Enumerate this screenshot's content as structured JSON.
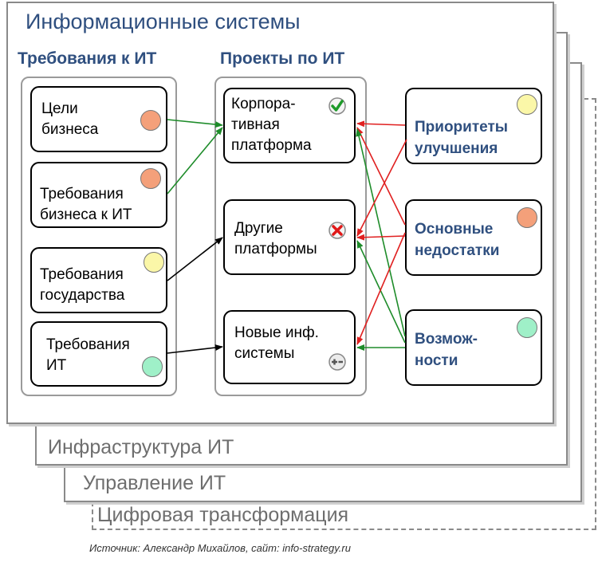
{
  "layers": {
    "layer4_title": "Цифровая трансформация",
    "layer3_title": "Управление ИТ",
    "layer2_title": "Инфраструктура ИТ",
    "layer1_title": "Информационные системы"
  },
  "columns": {
    "requirements_title": "Требования к ИТ",
    "projects_title": "Проекты по ИТ"
  },
  "requirements": [
    {
      "label": "Цели\nбизнеса",
      "marker_color": "#f4a07a"
    },
    {
      "label": "Требования\nбизнеса к ИТ",
      "marker_color": "#f4a07a"
    },
    {
      "label": "Требования\nгосударства",
      "marker_color": "#fbf7a8"
    },
    {
      "label": "Требования\nИТ",
      "marker_color": "#9ff0c8"
    }
  ],
  "projects": [
    {
      "label": "Корпора-\nтивная\nплатформа",
      "status_icon": "check-icon"
    },
    {
      "label": "Другие\nплатформы",
      "status_icon": "cross-icon"
    },
    {
      "label": "Новые инф.\nсистемы",
      "status_icon": "plus-minus-icon"
    }
  ],
  "factors": [
    {
      "label": "Приоритеты\nулучшения",
      "marker_color": "#fbf7a8"
    },
    {
      "label": "Основные\nнедостатки",
      "marker_color": "#f4a07a"
    },
    {
      "label": "Возмож-\nности",
      "marker_color": "#9ff0c8"
    }
  ],
  "colors": {
    "title_blue": "#2f4f7f",
    "arrow_green": "#1e8c2a",
    "arrow_red": "#e02020",
    "arrow_black": "#000000"
  },
  "source": "Источник: Александр Михайлов, сайт: info-strategy.ru"
}
